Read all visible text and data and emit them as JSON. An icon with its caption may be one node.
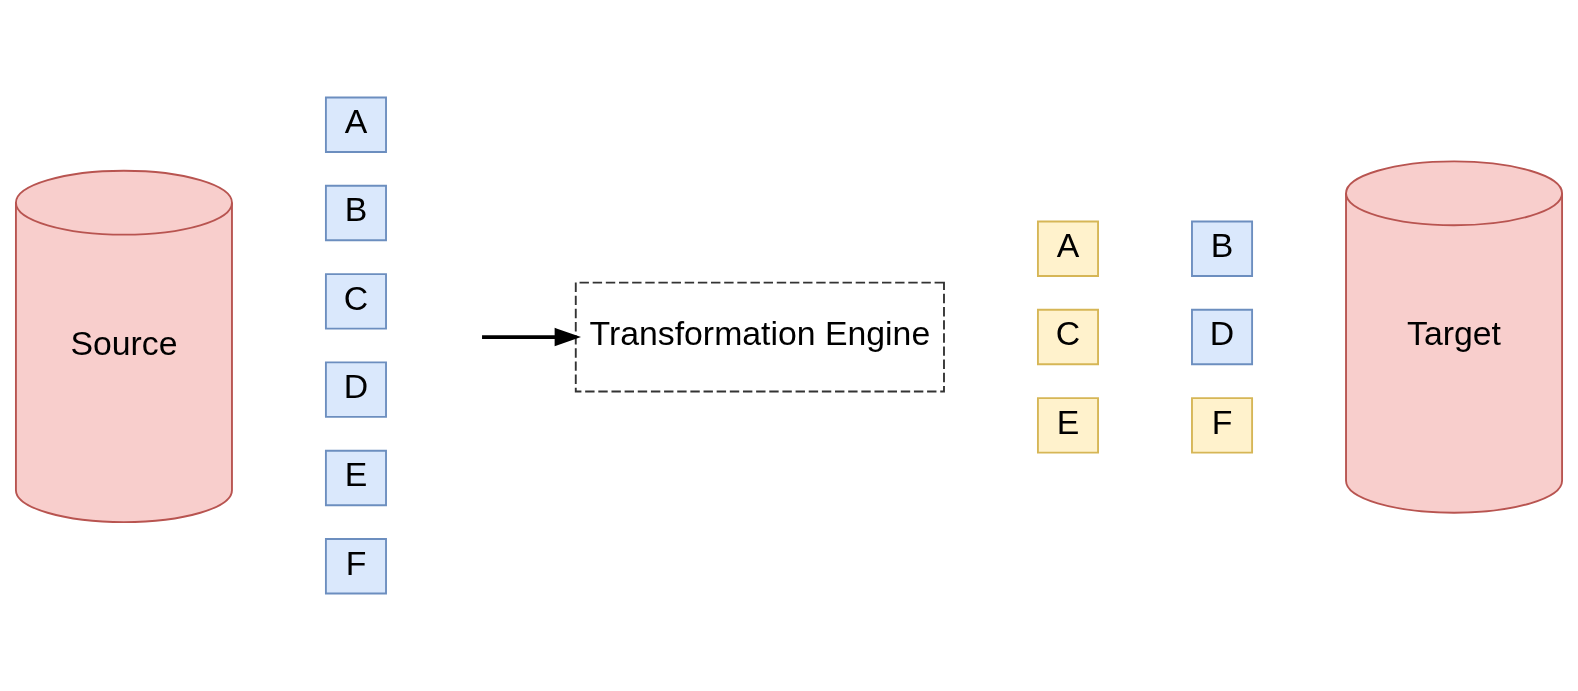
{
  "diagram": {
    "nodes": [
      {
        "text": [
          "Source"
        ]
      },
      {
        "text": [
          "A"
        ]
      },
      {
        "text": [
          "B"
        ]
      },
      {
        "text": [
          "C"
        ]
      },
      {
        "text": [
          "D"
        ]
      },
      {
        "text": [
          "E"
        ]
      },
      {
        "text": [
          "F"
        ]
      },
      {
        "text": [
          "Transformation Engine"
        ]
      },
      {
        "text": [
          "A"
        ]
      },
      {
        "text": [
          "B"
        ]
      },
      {
        "text": [
          "C"
        ]
      },
      {
        "text": [
          "D"
        ]
      },
      {
        "text": [
          "E"
        ]
      },
      {
        "text": [
          "F"
        ]
      },
      {
        "text": [
          "Target"
        ]
      }
    ],
    "edges": [
      {
        "from": null,
        "to": 7,
        "arrow": "to"
      }
    ]
  }
}
